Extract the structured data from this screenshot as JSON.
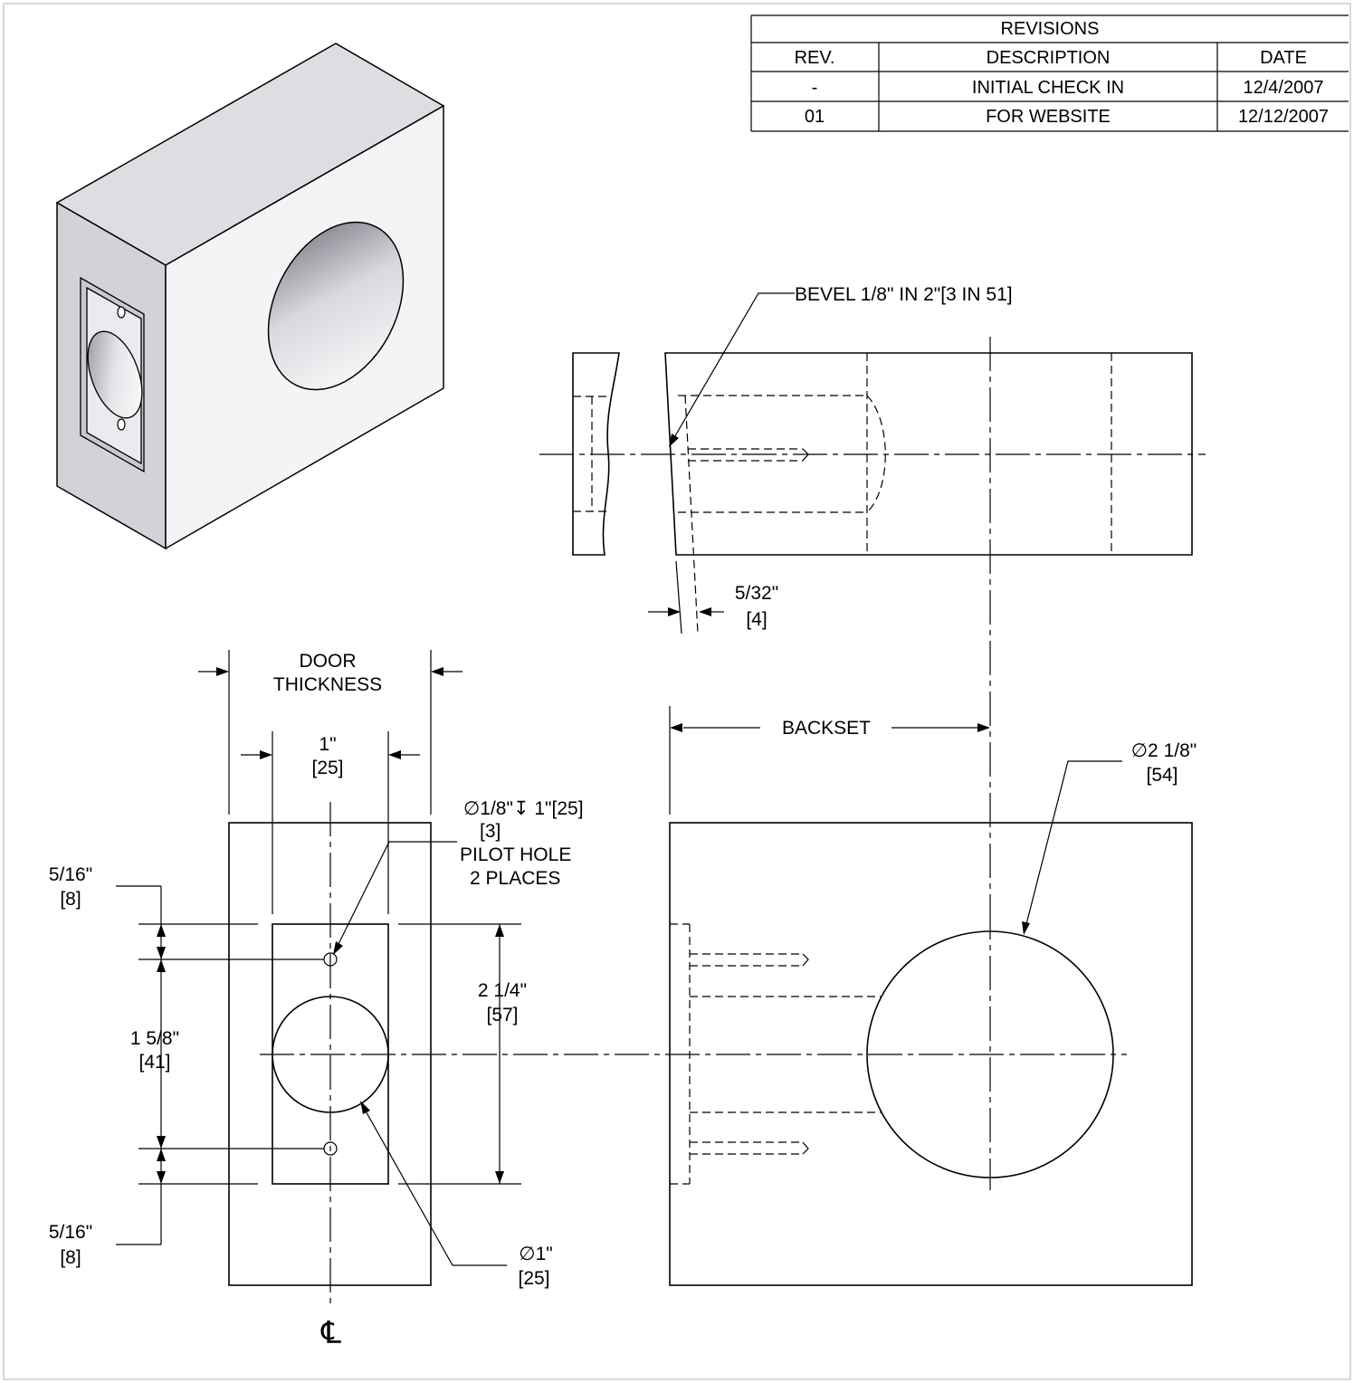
{
  "revisions_table": {
    "title": "REVISIONS",
    "headers": [
      "REV.",
      "DESCRIPTION",
      "DATE"
    ],
    "rows": [
      {
        "rev": "-",
        "description": "INITIAL CHECK IN",
        "date": "12/4/2007"
      },
      {
        "rev": "01",
        "description": "FOR WEBSITE",
        "date": "12/12/2007"
      }
    ]
  },
  "annotations": {
    "bevel": "BEVEL 1/8\" IN 2\"[3 IN 51]",
    "offset_in": "5/32\"",
    "offset_mm": "[4]",
    "door_thickness_line1": "DOOR",
    "door_thickness_line2": "THICKNESS",
    "plate_width_in": "1\"",
    "plate_width_mm": "[25]",
    "backset": "BACKSET",
    "bore_dia_in": "∅2 1/8\"",
    "bore_dia_mm": "[54]",
    "pilot_line1": "∅1/8\"↧ 1\"[25]",
    "pilot_line2": "[3]",
    "pilot_line3": "PILOT HOLE",
    "pilot_line4": "2 PLACES",
    "top_offset_in": "5/16\"",
    "top_offset_mm": "[8]",
    "hole_spacing_in": "1 5/8\"",
    "hole_spacing_mm": "[41]",
    "plate_height_in": "2 1/4\"",
    "plate_height_mm": "[57]",
    "bottom_offset_in": "5/16\"",
    "bottom_offset_mm": "[8]",
    "edge_bore_in": "∅1\"",
    "edge_bore_mm": "[25]",
    "centerline_symbol": "℄"
  }
}
